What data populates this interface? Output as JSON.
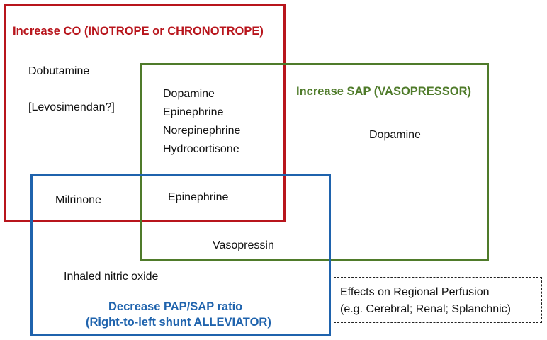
{
  "colors": {
    "co": "#b8151c",
    "sap": "#4f7b2a",
    "pap": "#1f63ad",
    "perfusion_border": "#222222"
  },
  "sets": {
    "co": {
      "title": "Increase CO (INOTROPE or CHRONOTROPE)"
    },
    "sap": {
      "title": "Increase SAP (VASOPRESSOR)"
    },
    "pap": {
      "title_lines": [
        "Decrease PAP/SAP ratio",
        "(Right-to-left shunt ALLEVIATOR)"
      ]
    }
  },
  "regions": {
    "co_only": [
      "Dobutamine",
      "[Levosimendan?]"
    ],
    "co_sap": [
      "Dopamine",
      "Epinephrine",
      "Norepinephrine",
      "Hydrocortisone"
    ],
    "sap_only": [
      "Dopamine"
    ],
    "co_pap": [
      "Milrinone"
    ],
    "co_sap_pap": [
      "Epinephrine"
    ],
    "sap_pap": [
      "Vasopressin"
    ],
    "pap_only": [
      "Inhaled nitric oxide"
    ]
  },
  "note": {
    "lines": [
      "Effects on Regional Perfusion",
      "(e.g. Cerebral; Renal; Splanchnic)"
    ],
    "border_style": "dashed"
  }
}
